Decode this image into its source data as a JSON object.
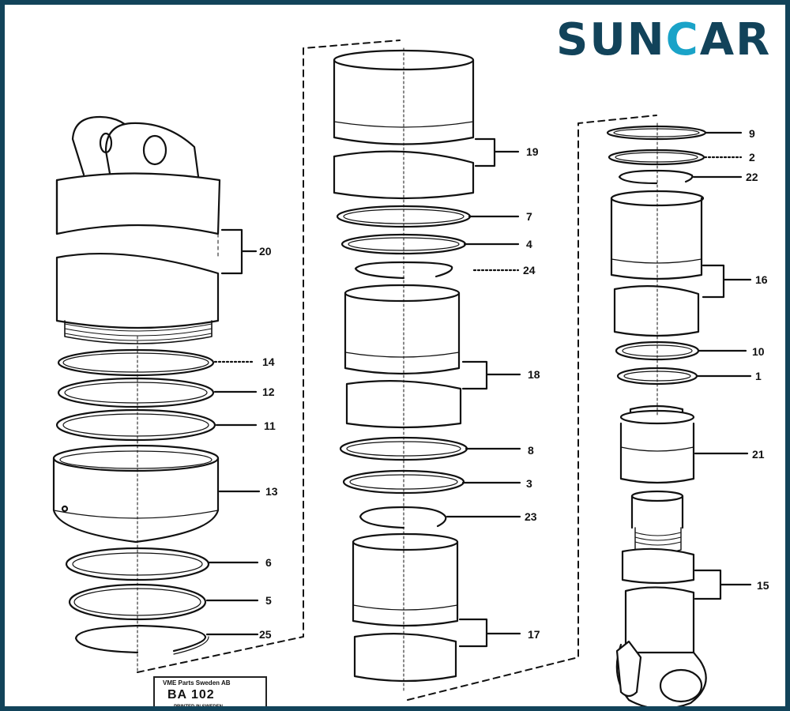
{
  "logo": {
    "part1": "SUN",
    "part2": "CAR",
    "accent": "#1aa3c8",
    "brand": "#12435a"
  },
  "stamp": {
    "line1": "VME Parts Sweden AB",
    "line2": "BA 102",
    "line3": "PRINTED IN SWEDEN"
  },
  "callouts": {
    "c9": "9",
    "c2": "2",
    "c22": "22",
    "c19": "19",
    "c7": "7",
    "c4": "4",
    "c24": "24",
    "c20": "20",
    "c16": "16",
    "c14": "14",
    "c10": "10",
    "c1": "1",
    "c18": "18",
    "c12": "12",
    "c11": "11",
    "c8": "8",
    "c21": "21",
    "c13": "13",
    "c3": "3",
    "c23": "23",
    "c6": "6",
    "c15": "15",
    "c5": "5",
    "c25": "25",
    "c17": "17"
  }
}
